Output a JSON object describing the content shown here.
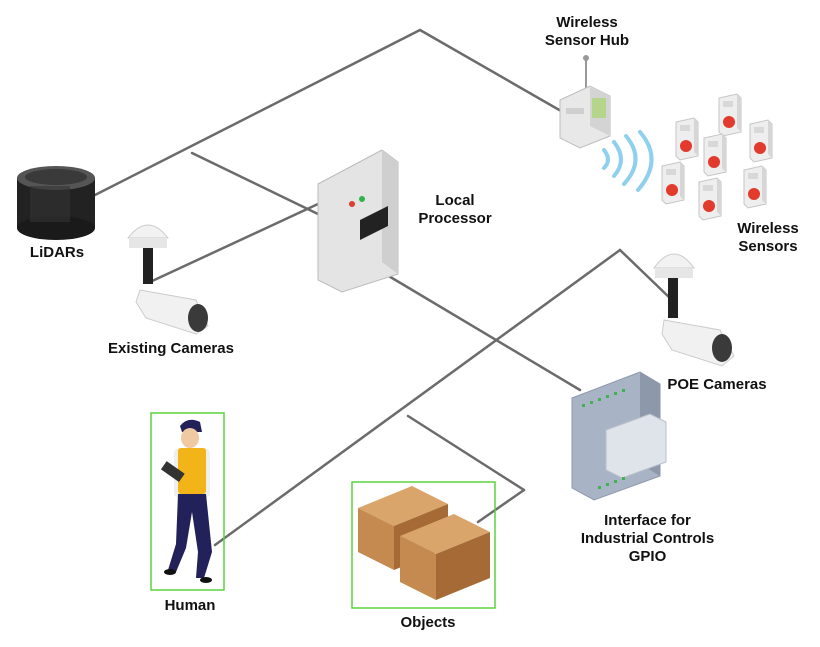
{
  "labels": {
    "wireless_sensor_hub": [
      "Wireless",
      "Sensor Hub"
    ],
    "lidars": "LiDARs",
    "local_processor": [
      "Local",
      "Processor"
    ],
    "wireless_sensors": [
      "Wireless",
      "Sensors"
    ],
    "existing_cameras": "Existing Cameras",
    "poe_cameras": "POE Cameras",
    "interface": [
      "Interface for",
      "Industrial Controls",
      "GPIO"
    ],
    "human": "Human",
    "objects": "Objects"
  },
  "colors": {
    "line": "#6b6b6b",
    "detection_box": "#5ad33c",
    "wifi_arc": "#8fd0ee",
    "sensor_red": "#e23b2e",
    "box_top": "#d9a56b",
    "box_left": "#c48a4f",
    "box_right": "#a56a35",
    "vest": "#f2b418",
    "pants": "#23215a"
  }
}
